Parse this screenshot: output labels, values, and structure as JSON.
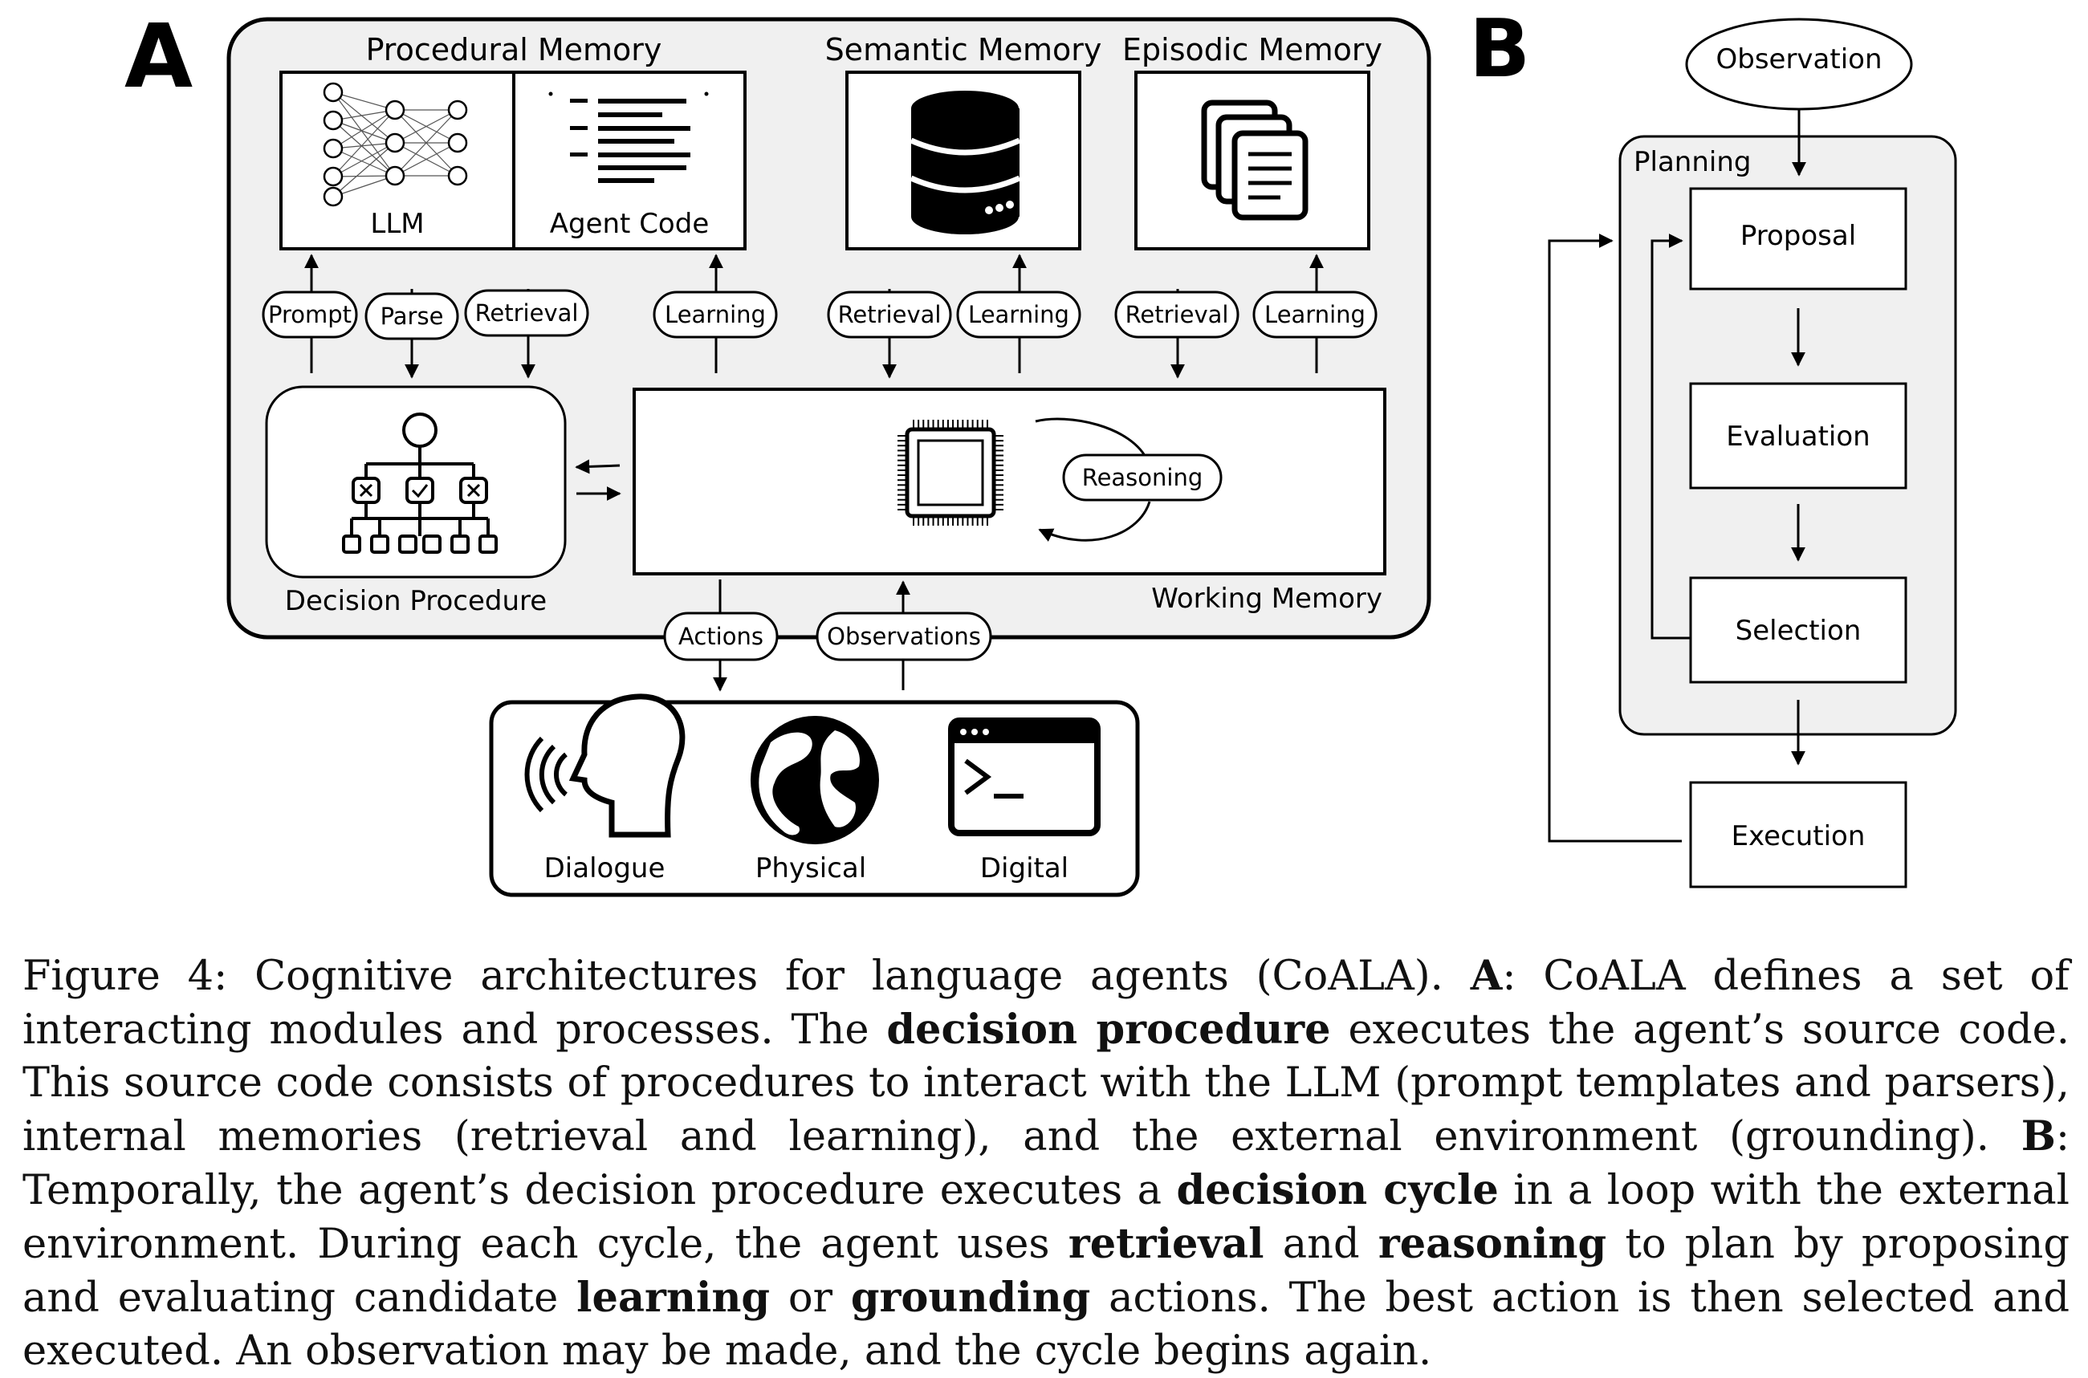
{
  "panel_a": {
    "label": "A",
    "procedural_memory": "Procedural Memory",
    "semantic_memory": "Semantic Memory",
    "episodic_memory": "Episodic Memory",
    "llm": "LLM",
    "agent_code": "Agent Code",
    "prompt": "Prompt",
    "parse": "Parse",
    "retrieval_1": "Retrieval",
    "learning_1": "Learning",
    "retrieval_2": "Retrieval",
    "learning_2": "Learning",
    "retrieval_3": "Retrieval",
    "learning_3": "Learning",
    "decision_procedure": "Decision Procedure",
    "reasoning": "Reasoning",
    "working_memory": "Working Memory",
    "actions": "Actions",
    "observations": "Observations",
    "dialogue": "Dialogue",
    "physical": "Physical",
    "digital": "Digital"
  },
  "panel_b": {
    "label": "B",
    "observation": "Observation",
    "planning": "Planning",
    "proposal": "Proposal",
    "evaluation": "Evaluation",
    "selection": "Selection",
    "execution": "Execution"
  },
  "caption": {
    "figure_label": "Figure 4:",
    "s1": "Cognitive architectures for language agents (CoALA).",
    "a_label": "A",
    "s2": ": CoALA defines a set of interacting modules and processes. The",
    "t_decision_procedure": "decision procedure",
    "s3": "executes the agent’s source code. This source code consists of procedures to interact with the LLM (prompt templates and parsers), internal memories (retrieval and learning), and the external environment (grounding).",
    "b_label": "B",
    "s4": ": Temporally, the agent’s decision procedure executes a",
    "t_decision_cycle": "decision cycle",
    "s5": "in a loop with the external environment. During each cycle, the agent uses",
    "t_retrieval": "retrieval",
    "s6": "and",
    "t_reasoning": "reasoning",
    "s7": "to plan by proposing and evaluating candidate",
    "t_learning": "learning",
    "s8": "or",
    "t_grounding": "grounding",
    "s9": "actions. The best action is then selected and executed. An observation may be made, and the cycle begins again."
  }
}
